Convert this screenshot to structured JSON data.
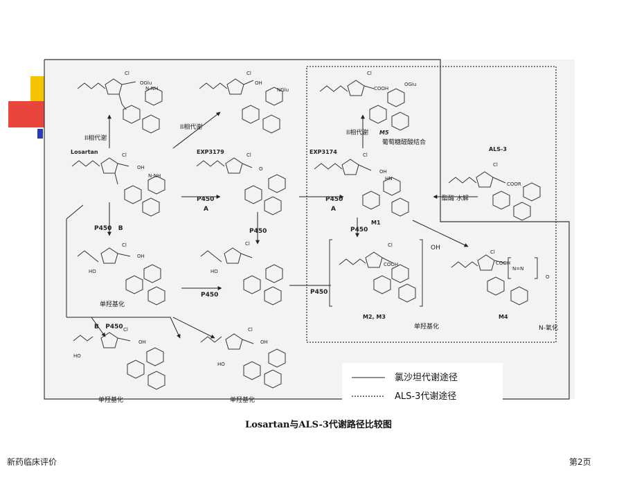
{
  "figure": {
    "caption": "Losartan与ALS-3代谢路径比较图",
    "compounds": {
      "losartan": "Losartan",
      "exp3179": "EXP3179",
      "exp3174": "EXP3174",
      "m5": "M5",
      "als3": "ALS-3",
      "m1": "M1",
      "m2m3": "M2, M3",
      "m4": "M4"
    },
    "labels": {
      "phase2_a": "II相代谢",
      "phase2_b": "II相代谢",
      "phase2_c": "II相代谢",
      "glucuronide": "葡萄糖醛酸结合",
      "ester_hydrolysis": "酯酶 水解",
      "p450a_1": "P450",
      "a_1": "A",
      "p450a_2": "P450",
      "a_2": "A",
      "p450b": "P450   B",
      "p450_1": "P450",
      "p450_2": "P450",
      "p450_3": "P450",
      "p450_4": "P450",
      "b_p450": "B   P450",
      "hydroxy_1": "单羟基化",
      "hydroxy_2": "单羟基化",
      "hydroxy_3": "单羟基化",
      "hydroxy_4": "单羟基化",
      "n_oxide": "N-氧化",
      "oh_group": "OH"
    },
    "atoms": {
      "cl": "Cl",
      "oglu": "OGlu",
      "nglu": "NGlu",
      "ogiu": "OGiu",
      "oh": "OH",
      "ho": "HO",
      "cooh": "COOH",
      "coor": "COOR",
      "nnh": "N-NH",
      "nn": "N=N",
      "hn": "HN",
      "o": "O"
    },
    "legend": {
      "solid": "氯沙坦代谢途径",
      "dotted": "ALS-3代谢途径"
    }
  },
  "footer": {
    "left": "新药临床评价",
    "right": "第2页"
  },
  "colors": {
    "deco_yellow": "#f2c500",
    "deco_red": "#e8453c",
    "deco_blue": "#2b3bb0"
  }
}
